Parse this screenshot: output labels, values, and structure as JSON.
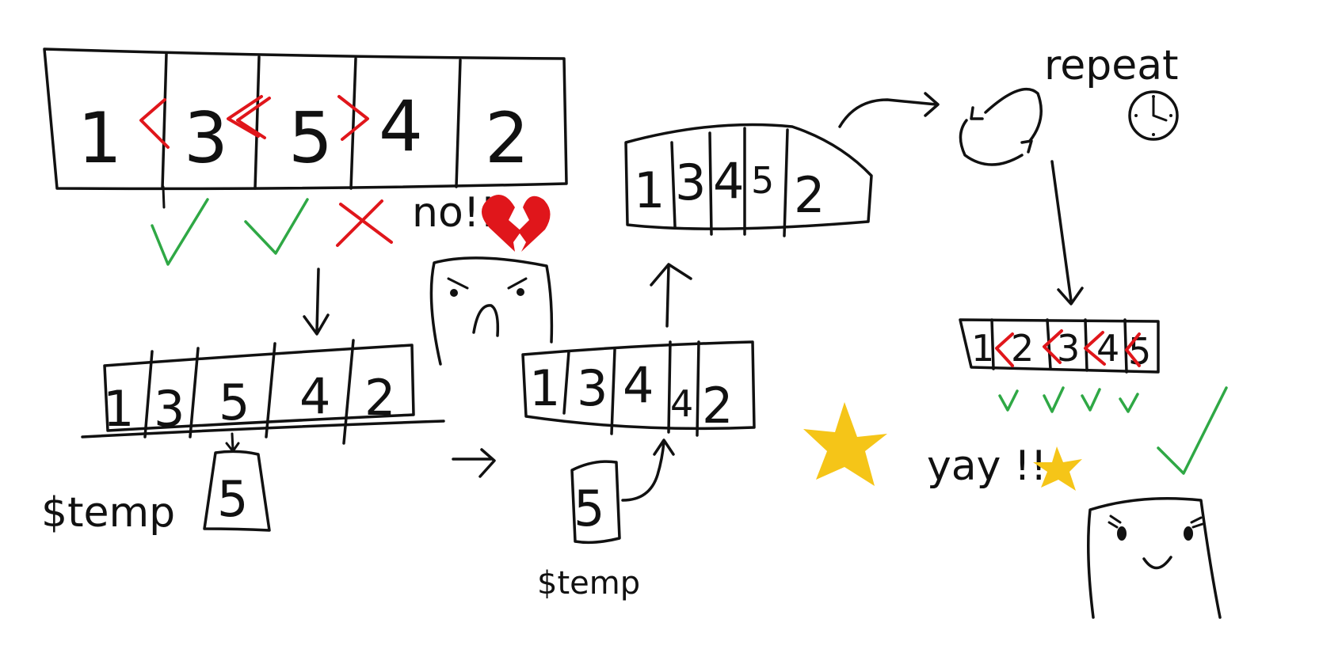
{
  "colors": {
    "ink": "#111111",
    "comparison_ok": "#2fa845",
    "comparison_bad": "#e0161b",
    "star": "#f5c518",
    "heart": "#e0161b"
  },
  "step1_array": [
    "1",
    "3",
    "5",
    "4",
    "2"
  ],
  "step1_checks": [
    "check",
    "check",
    "cross"
  ],
  "exclaim_no": "no!!",
  "step2_array": [
    "1",
    "3",
    "5",
    "4",
    "2"
  ],
  "temp_label": "$temp",
  "temp_value": "5",
  "step3_array": [
    "1",
    "3",
    "4",
    "4",
    "2"
  ],
  "temp2_label": "$temp",
  "temp2_value": "5",
  "step4_array": [
    "1",
    "3",
    "4",
    "5",
    "2"
  ],
  "repeat_label": "repeat",
  "sorted_array": [
    "1",
    "2",
    "3",
    "4",
    "5"
  ],
  "sorted_checks": [
    "check",
    "check",
    "check",
    "check"
  ],
  "yay_label": "yay !!",
  "icons": [
    "heart-broken-icon",
    "clock-icon",
    "cycle-arrows-icon",
    "star-icon",
    "big-check-icon"
  ]
}
